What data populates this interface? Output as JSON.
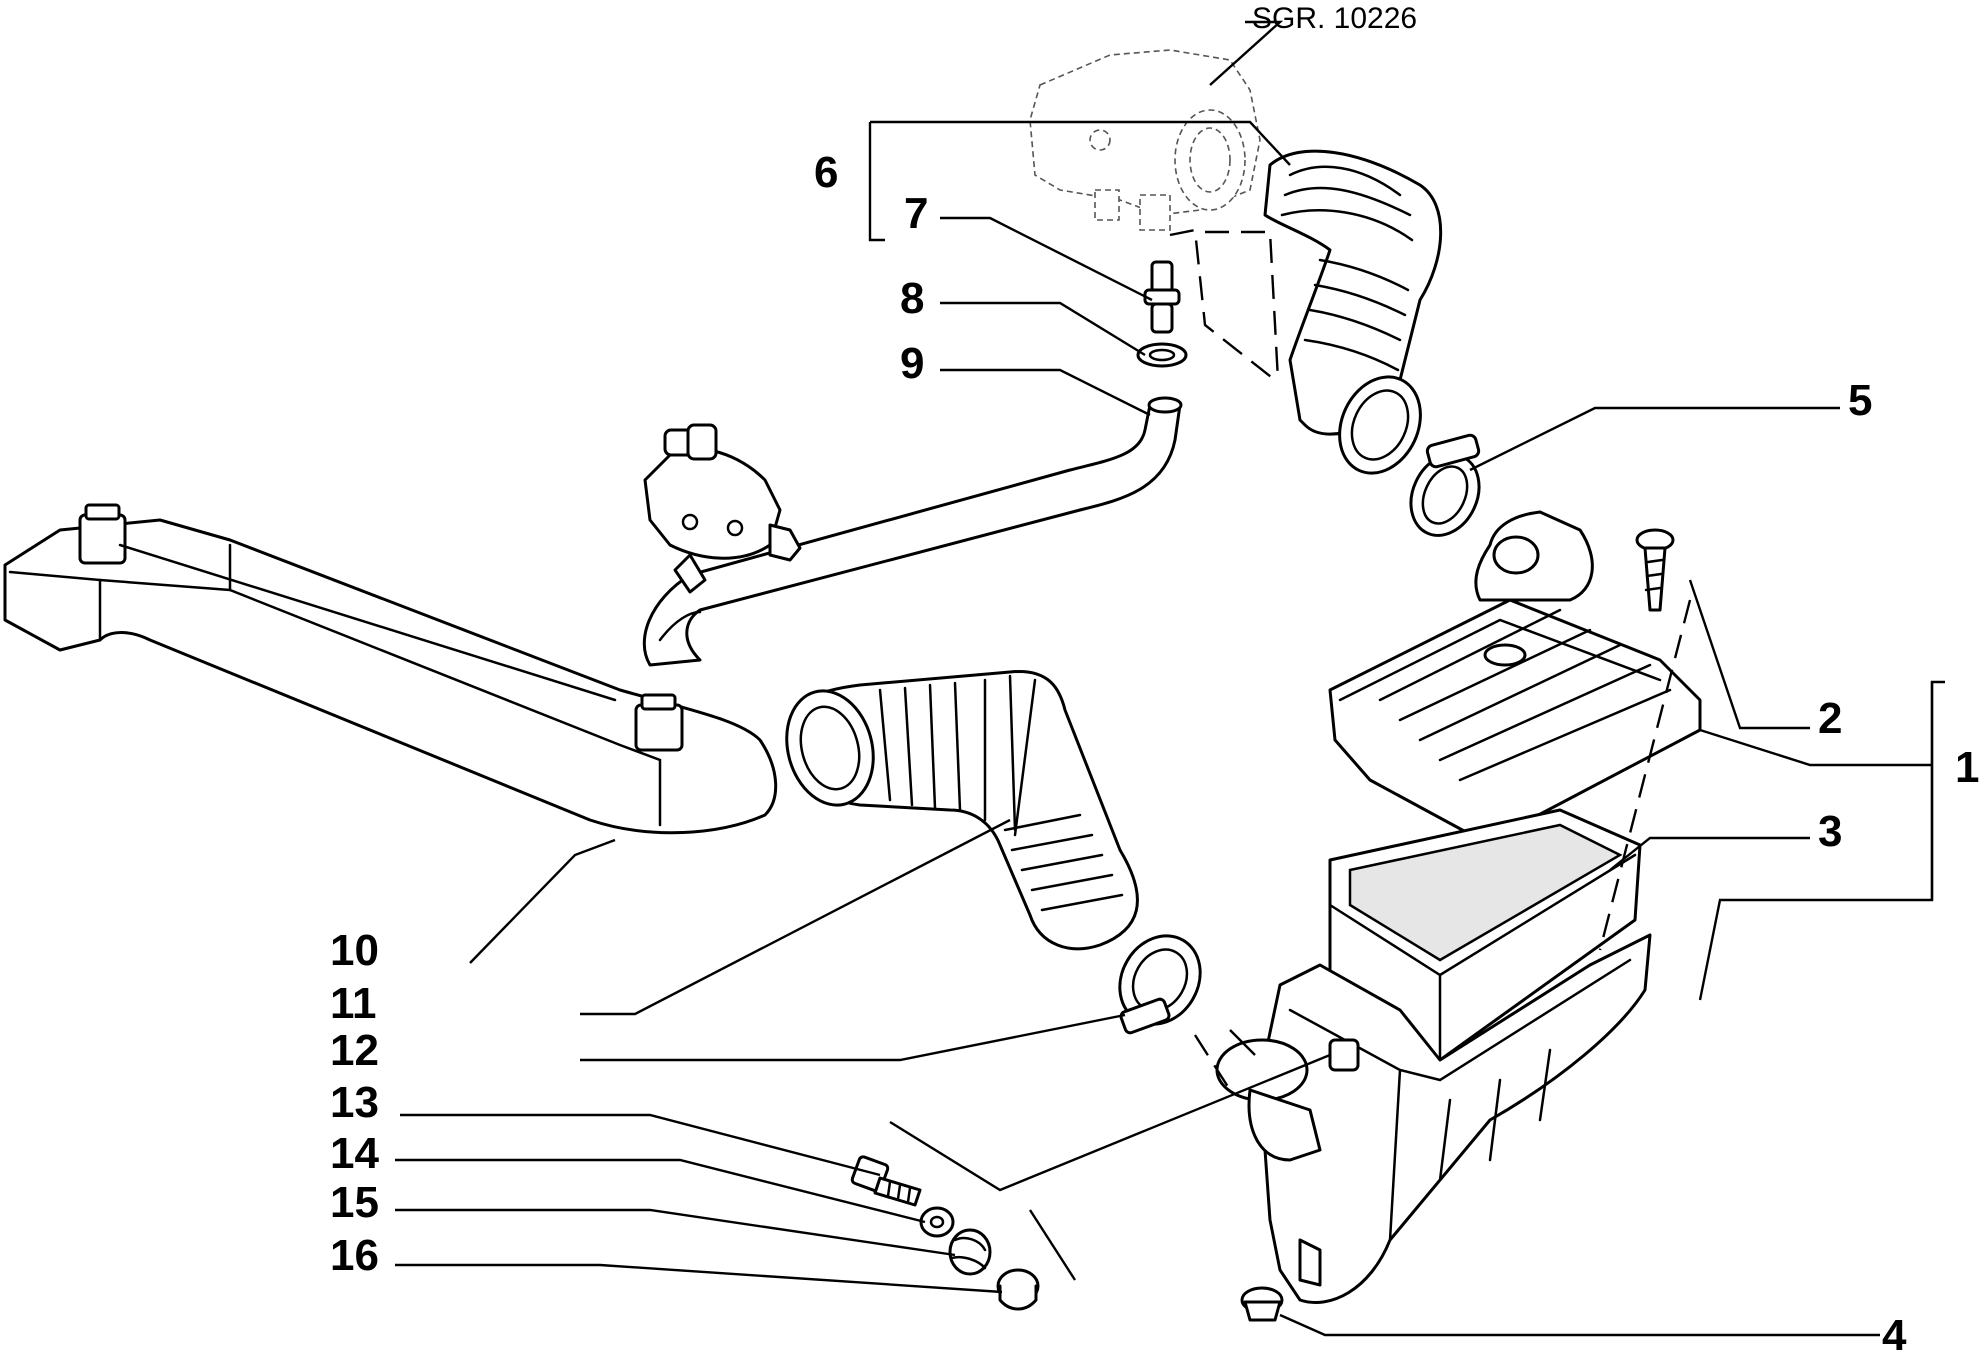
{
  "reference": "SGR. 10226",
  "callouts": [
    {
      "id": "1",
      "label": "1"
    },
    {
      "id": "2",
      "label": "2"
    },
    {
      "id": "3",
      "label": "3"
    },
    {
      "id": "4",
      "label": "4"
    },
    {
      "id": "5",
      "label": "5"
    },
    {
      "id": "6",
      "label": "6"
    },
    {
      "id": "7",
      "label": "7"
    },
    {
      "id": "8",
      "label": "8"
    },
    {
      "id": "9",
      "label": "9"
    },
    {
      "id": "10",
      "label": "10"
    },
    {
      "id": "11",
      "label": "11"
    },
    {
      "id": "12",
      "label": "12"
    },
    {
      "id": "13",
      "label": "13"
    },
    {
      "id": "14",
      "label": "14"
    },
    {
      "id": "15",
      "label": "15"
    },
    {
      "id": "16",
      "label": "16"
    }
  ]
}
